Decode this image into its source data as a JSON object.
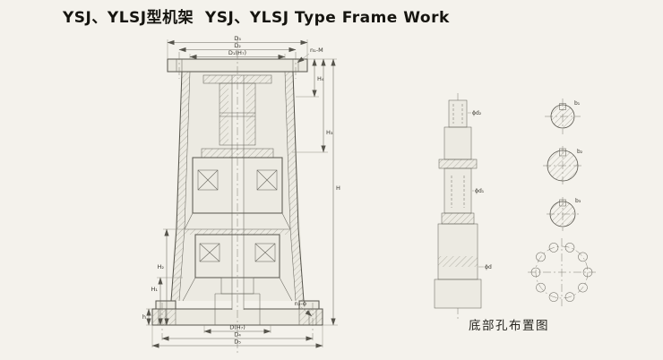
{
  "title": "YSJ、YLSJ型机架  YSJ、YLSJ Type Frame Work",
  "colors": {
    "paper": "#f4f2ec",
    "line": "#56544c"
  },
  "main_view": {
    "dim_d3": "D₃",
    "dim_d2": "D₂",
    "dim_d1": "D₁(H₇)",
    "bolt_note_top": "n₁-M",
    "dim_h4": "H₄",
    "dim_h3": "H₃",
    "dim_h": "H",
    "dim_h2": "H₂",
    "dim_h1": "H₁",
    "dim_h_flange": "h",
    "bolt_note_bottom": "n₂-ϕ",
    "dim_d_spigot": "D(H₇)",
    "dim_d4": "D₄",
    "dim_d5": "D₅"
  },
  "shaft_view": {
    "labels": [
      "ϕd₂",
      "ϕd₁",
      "ϕd"
    ]
  },
  "section_details": {
    "labels": [
      "b₁",
      "b₂",
      "b₃"
    ]
  },
  "bottom_layout": {
    "caption": "底部孔布置图"
  }
}
